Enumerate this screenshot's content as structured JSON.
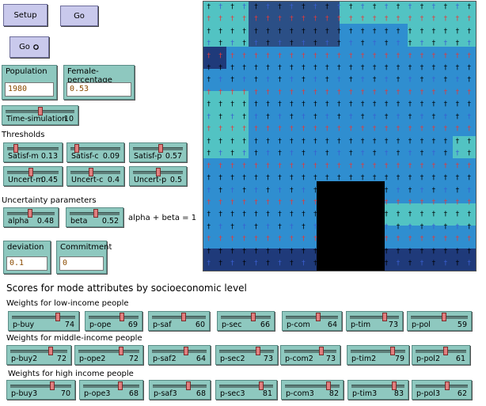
{
  "buttons": {
    "setup": "Setup",
    "go": "Go",
    "go_forever": "Go"
  },
  "inputs": {
    "population": {
      "label": "Population",
      "value": "1980"
    },
    "female_percentage": {
      "label": "Female-percentage",
      "value": "0.53"
    },
    "deviation": {
      "label": "deviation",
      "value": "0.1"
    },
    "commitment": {
      "label": "Commitment",
      "value": "0"
    }
  },
  "labels": {
    "thresholds": "Thresholds",
    "uncertainty": "Uncertainty parameters",
    "alpha_beta_note": "alpha + beta = 1",
    "scores_title": "Scores for mode attributes by socioeconomic level",
    "weights_low": "Weights for low-income people",
    "weights_middle": "Weights for middle-income people",
    "weights_high": "Weights for high income people"
  },
  "sliders": {
    "time_simulation": {
      "name": "Time-simulation",
      "value": "10",
      "frac": 0.5
    },
    "satisf_m": {
      "name": "Satisf-m",
      "value": "0.13",
      "frac": 0.13
    },
    "satisf_c": {
      "name": "Satisf-c",
      "value": "0.09",
      "frac": 0.09
    },
    "satisf_p": {
      "name": "Satisf-p",
      "value": "0.57",
      "frac": 0.57
    },
    "uncert_m": {
      "name": "Uncert-m",
      "value": "0.45",
      "frac": 0.45
    },
    "uncert_c": {
      "name": "Uncert-c",
      "value": "0.4",
      "frac": 0.4
    },
    "uncert_p": {
      "name": "Uncert-p",
      "value": "0.5",
      "frac": 0.5
    },
    "alpha": {
      "name": "alpha",
      "value": "0.48",
      "frac": 0.48
    },
    "beta": {
      "name": "beta",
      "value": "0.52",
      "frac": 0.52
    }
  },
  "weights": {
    "low": [
      {
        "name": "p-buy",
        "value": "74"
      },
      {
        "name": "p-ope",
        "value": "69"
      },
      {
        "name": "p-saf",
        "value": "60"
      },
      {
        "name": "p-sec",
        "value": "66"
      },
      {
        "name": "p-com",
        "value": "64"
      },
      {
        "name": "p-tim",
        "value": "73"
      },
      {
        "name": "p-pol",
        "value": "59"
      }
    ],
    "middle": [
      {
        "name": "p-buy2",
        "value": "72"
      },
      {
        "name": "p-ope2",
        "value": "72"
      },
      {
        "name": "p-saf2",
        "value": "64"
      },
      {
        "name": "p-sec2",
        "value": "73"
      },
      {
        "name": "p-com2",
        "value": "73"
      },
      {
        "name": "p-tim2",
        "value": "79"
      },
      {
        "name": "p-pol2",
        "value": "61"
      }
    ],
    "high": [
      {
        "name": "p-buy3",
        "value": "70"
      },
      {
        "name": "p-ope3",
        "value": "68"
      },
      {
        "name": "p-saf3",
        "value": "68"
      },
      {
        "name": "p-sec3",
        "value": "81"
      },
      {
        "name": "p-com3",
        "value": "82"
      },
      {
        "name": "p-tim3",
        "value": "83"
      },
      {
        "name": "p-pol3",
        "value": "62"
      }
    ]
  },
  "world_view": {
    "colors": {
      "light": "#52c3c3",
      "mid": "#2f8ed0",
      "dark": "#2b4f86",
      "navy": "#1f3a7a",
      "hole": "#000000",
      "agent_black": "#000000",
      "agent_red": "#e23a3a",
      "agent_blue": "#3a5fd0"
    },
    "grid": [
      "LLDDDDLLLLLL",
      "LLDDDDMMMLLL",
      "NMMMMMMMMMMM",
      "MMMMMMMMMMMM",
      "LLMMMMMMMMMM",
      "LLMMMMMMMMMM",
      "LLMMMMMMMMML",
      "MMMMMMMMMMMM",
      "MMMMMHHHMMMM",
      "MMMMMHHHLLLL",
      "MMMMMHHHMMMM",
      "NNNNNHHHNNNN"
    ]
  }
}
